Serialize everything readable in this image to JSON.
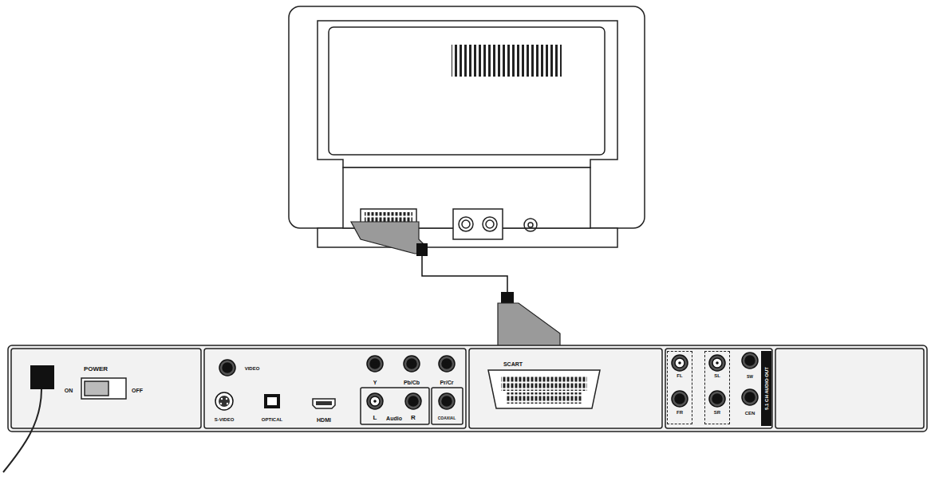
{
  "diagram": {
    "nodes": [
      {
        "text": [
          "FL",
          "FR"
        ]
      },
      {
        "text": [
          "SL",
          "SR"
        ]
      }
    ],
    "labels": [
      "POWER",
      "ON",
      "OFF",
      "VIDEO",
      "S-VIDEO",
      "OPTICAL",
      "HDMI",
      "Y",
      "Pb/Cb",
      "Pr/Cr",
      "L",
      "Audio",
      "R",
      "COAXIAL",
      "SCART",
      "SW",
      "CEN",
      "5.1 CH AUDIO OUT"
    ]
  }
}
